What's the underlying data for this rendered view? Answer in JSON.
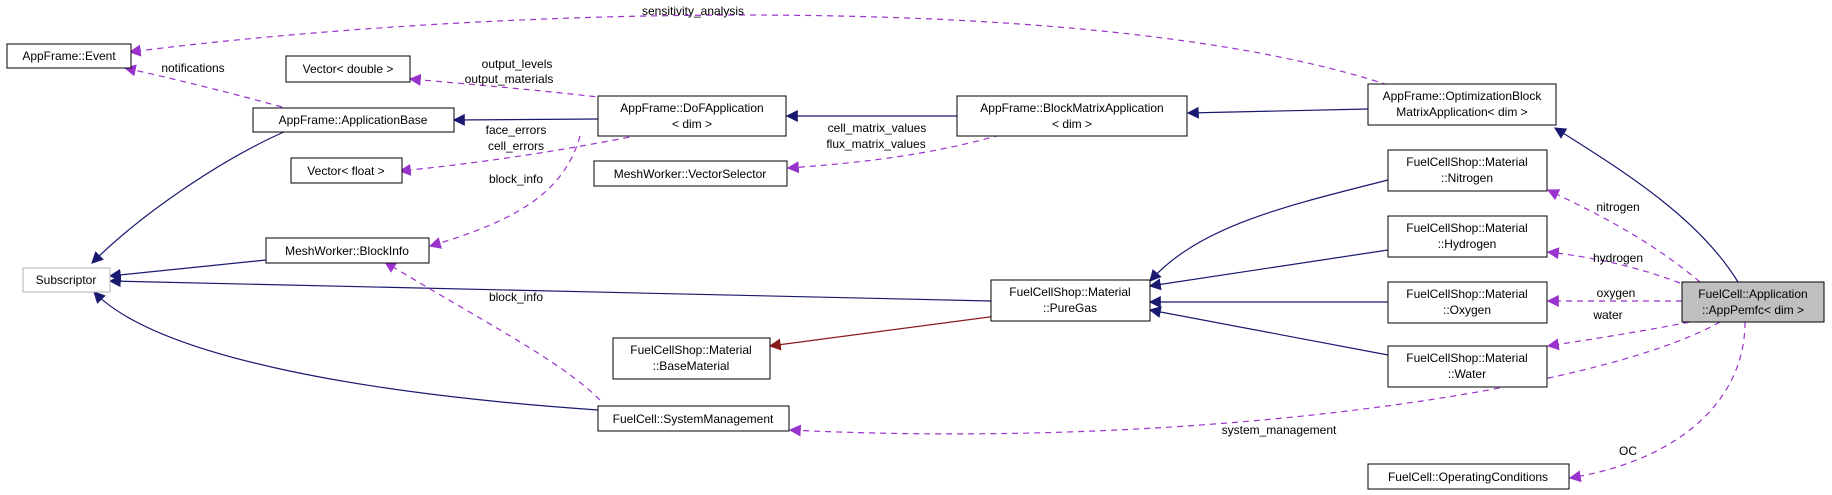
{
  "nodes": {
    "appframe_event": [
      "AppFrame::Event"
    ],
    "vector_double": [
      "Vector< double >"
    ],
    "appframe_applicationbase": [
      "AppFrame::ApplicationBase"
    ],
    "appframe_dofapplication": [
      "AppFrame::DoFApplication",
      "< dim >"
    ],
    "appframe_blockmatrixapplication": [
      "AppFrame::BlockMatrixApplication",
      "< dim >"
    ],
    "appframe_optimizationblock": [
      "AppFrame::OptimizationBlock",
      "MatrixApplication< dim >"
    ],
    "vector_float": [
      "Vector< float >"
    ],
    "meshworker_vectorselector": [
      "MeshWorker::VectorSelector"
    ],
    "subscriptor": [
      "Subscriptor"
    ],
    "meshworker_blockinfo": [
      "MeshWorker::BlockInfo"
    ],
    "fuelcellshop_nitrogen": [
      "FuelCellShop::Material",
      "::Nitrogen"
    ],
    "fuelcellshop_hydrogen": [
      "FuelCellShop::Material",
      "::Hydrogen"
    ],
    "fuelcellshop_puregas": [
      "FuelCellShop::Material",
      "::PureGas"
    ],
    "fuelcellshop_oxygen": [
      "FuelCellShop::Material",
      "::Oxygen"
    ],
    "fuelcell_apppemfc": [
      "FuelCell::Application",
      "::AppPemfc< dim >"
    ],
    "fuelcellshop_basematerial": [
      "FuelCellShop::Material",
      "::BaseMaterial"
    ],
    "fuelcellshop_water": [
      "FuelCellShop::Material",
      "::Water"
    ],
    "fuelcell_systemmanagement": [
      "FuelCell::SystemManagement"
    ],
    "fuelcell_operatingconditions": [
      "FuelCell::OperatingConditions"
    ]
  },
  "edge_labels": {
    "sensitivity_analysis": "sensitivity_analysis",
    "notifications": "notifications",
    "output_levels": "output_levels",
    "output_materials": "output_materials",
    "face_errors": "face_errors",
    "cell_errors": "cell_errors",
    "block_info_1": "block_info",
    "cell_matrix_values": "cell_matrix_values",
    "flux_matrix_values": "flux_matrix_values",
    "nitrogen": "nitrogen",
    "hydrogen": "hydrogen",
    "oxygen": "oxygen",
    "water": "water",
    "block_info_2": "block_info",
    "system_management": "system_management",
    "oc": "OC"
  },
  "colors": {
    "inheritance": "#191970",
    "private_inheritance": "#8b1a1a",
    "usage": "#9a32cd",
    "focus_fill": "#bfbfbf"
  }
}
